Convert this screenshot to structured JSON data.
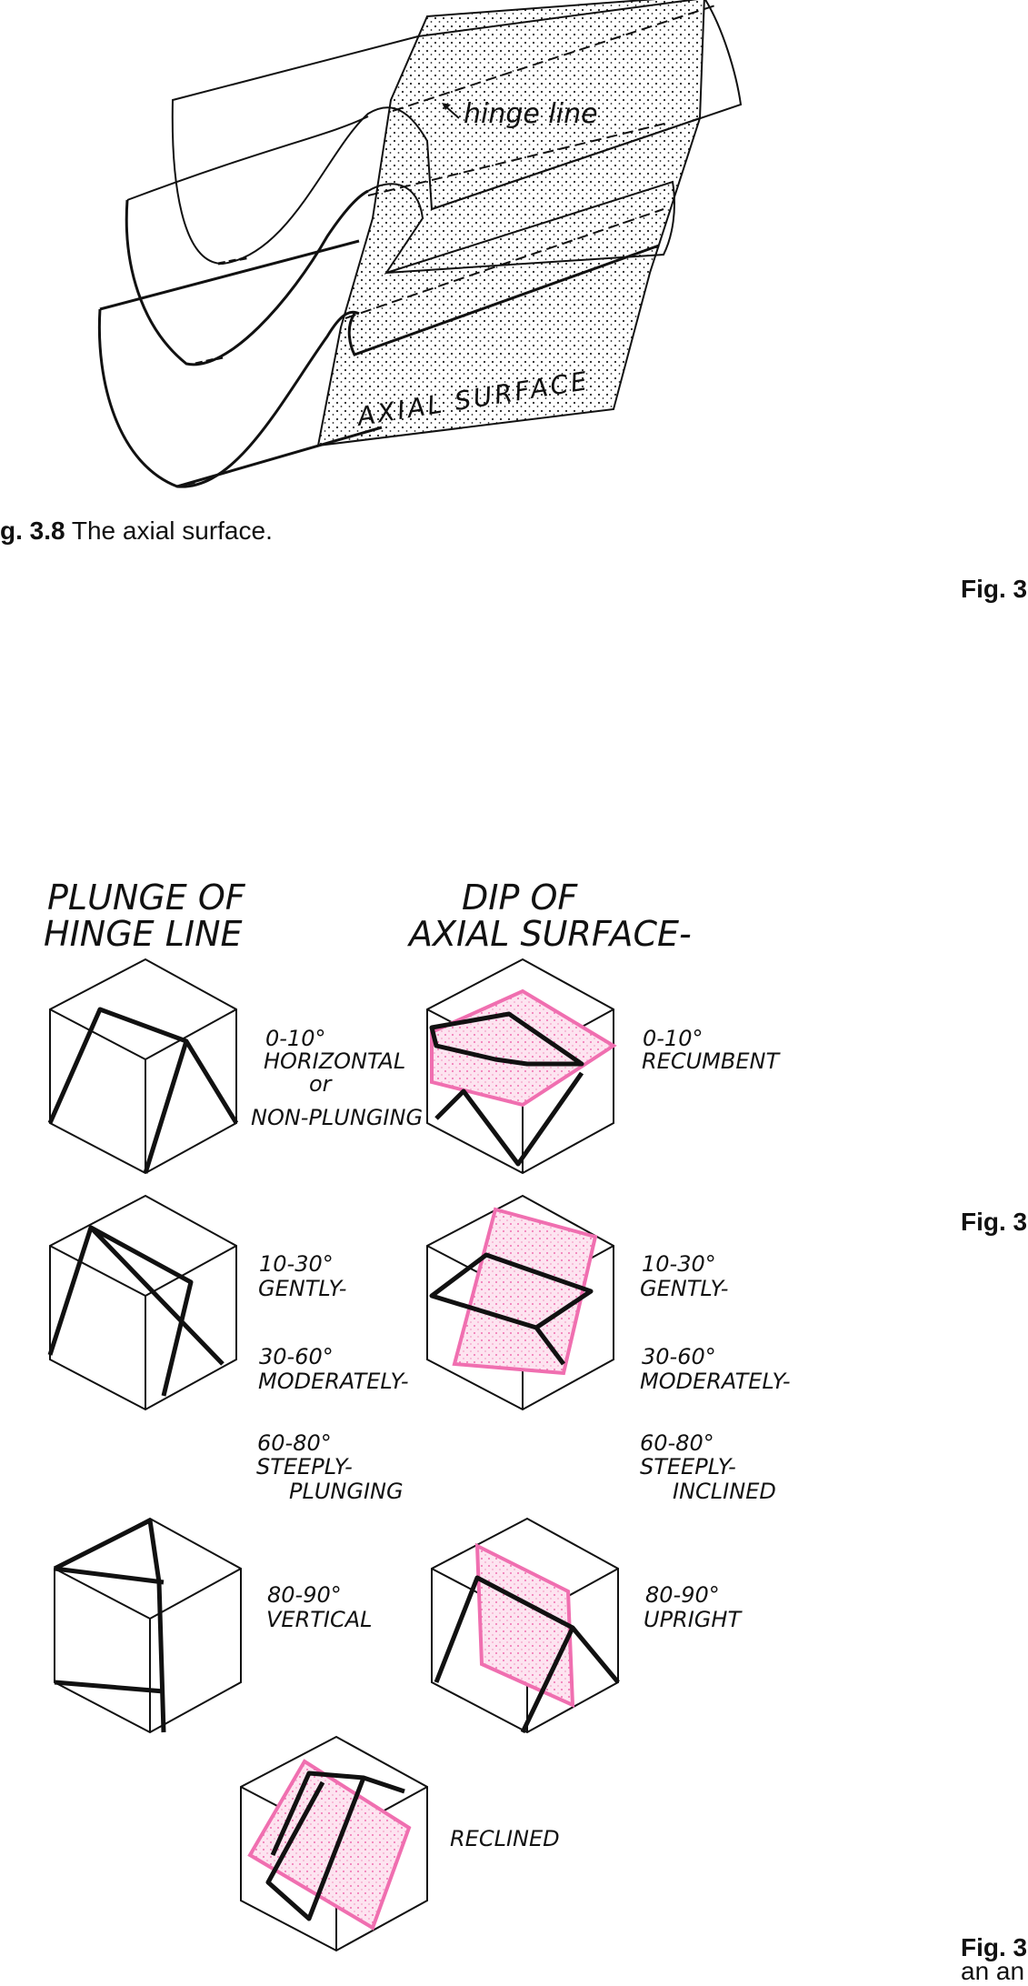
{
  "fig38": {
    "hinge_label": "hinge line",
    "axial_label": "AXIAL SURFACE",
    "caption_num": "g. 3.8",
    "caption_text": " The axial surface."
  },
  "right_captions": [
    "Fig. 3",
    "Fig. 3",
    "Fig. 3"
  ],
  "right_caption_tail": "an an",
  "fig39": {
    "plunge_heading": [
      "PLUNGE OF",
      "HINGE LINE"
    ],
    "dip_heading": [
      "DIP OF",
      "AXIAL SURFACE-"
    ],
    "plunge_labels": [
      [
        "0-10°",
        "HORIZONTAL",
        "or",
        "NON-PLUNGING"
      ],
      [
        "10-30°",
        "GENTLY-"
      ],
      [
        "30-60°",
        "MODERATELY-"
      ],
      [
        "60-80°",
        "STEEPLY-",
        "PLUNGING"
      ],
      [
        "80-90°",
        "VERTICAL"
      ]
    ],
    "dip_labels": [
      [
        "0-10°",
        "RECUMBENT"
      ],
      [
        "10-30°",
        "GENTLY-"
      ],
      [
        "30-60°",
        "MODERATELY-"
      ],
      [
        "60-80°",
        "STEEPLY-",
        "INCLINED"
      ],
      [
        "80-90°",
        "UPRIGHT"
      ]
    ],
    "reclined_label": "RECLINED"
  },
  "colors": {
    "ink": "#111111",
    "axial_plane": "#f06fb0"
  }
}
